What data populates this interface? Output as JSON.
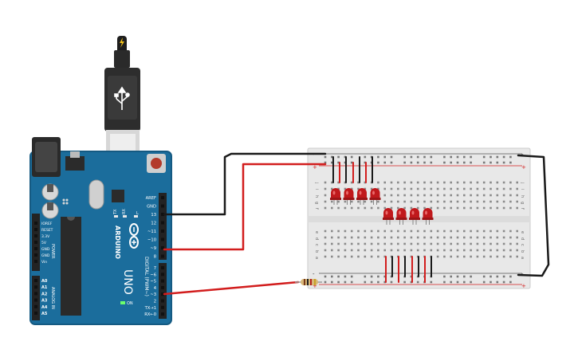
{
  "board": {
    "brand": "ARDUINO",
    "model": "UNO",
    "on_label": "ON",
    "power_label": "POWER",
    "analog_label": "ANALOG IN",
    "digital_label": "DIGITAL (PWM~)",
    "tx_label": "TX",
    "rx_label": "RX",
    "l_label": "L",
    "digital_pins": [
      "AREF",
      "GND",
      "13",
      "12",
      "~11",
      "~10",
      "~9",
      "8",
      "7",
      "~6",
      "~5",
      "4",
      "~3",
      "2",
      "TX→1",
      "RX←0"
    ],
    "power_pins": [
      "IOREF",
      "RESET",
      "3.3V",
      "5V",
      "GND",
      "GND",
      "Vin"
    ],
    "analog_pins": [
      "A0",
      "A1",
      "A2",
      "A3",
      "A4",
      "A5"
    ]
  },
  "usb": {
    "icon": "usb-icon",
    "bolt_icon": "lightning-icon"
  },
  "breadboard": {
    "row_letters_top": [
      "j",
      "i",
      "h",
      "g",
      "f"
    ],
    "row_letters_bottom": [
      "e",
      "d",
      "c",
      "b",
      "a"
    ],
    "plus": "+",
    "minus": "-",
    "columns": 30
  },
  "leds": {
    "count_top": 4,
    "count_bottom": 4,
    "color": "#c0191c"
  },
  "wires": {
    "black": "#1a1a1a",
    "red": "#d21d1d"
  },
  "colors": {
    "board": "#1b6d9c",
    "board_edge": "#155a82",
    "header": "#232323",
    "breadboard": "#e8e8e8",
    "resistor": "#d8b778"
  }
}
